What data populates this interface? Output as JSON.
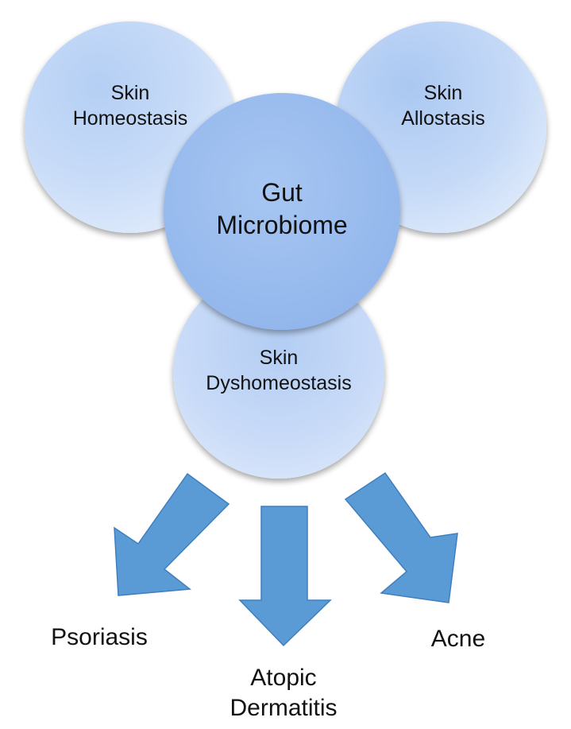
{
  "diagram": {
    "nodes": {
      "homeostasis": {
        "line1": "Skin",
        "line2": "Homeostasis"
      },
      "allostasis": {
        "line1": "Skin",
        "line2": "Allostasis"
      },
      "gut_microbiome": {
        "line1": "Gut",
        "line2": "Microbiome"
      },
      "dyshomeostasis": {
        "line1": "Skin",
        "line2": "Dyshomeostasis"
      }
    },
    "outcomes": {
      "psoriasis": {
        "label": "Psoriasis"
      },
      "atopic_dermatitis": {
        "line1": "Atopic",
        "line2": "Dermatitis"
      },
      "acne": {
        "label": "Acne"
      }
    },
    "colors": {
      "circle_light": "#dce9fb",
      "circle_mid": "#b4cff4",
      "circle_dark": "#8fb4eb",
      "center_fill": "#9dbff0",
      "arrow_fill": "#5b9bd5",
      "arrow_stroke": "#3f7fbf"
    }
  }
}
